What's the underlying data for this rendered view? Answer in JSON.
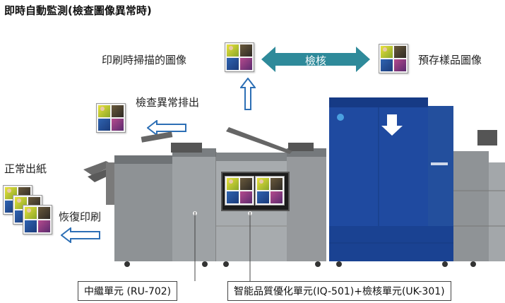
{
  "title": "即時自動監測(檢查圖像異常時)",
  "labels": {
    "scanned": "印刷時掃描的圖像",
    "verify": "檢核",
    "stored": "預存樣品圖像",
    "abnormal": "檢查異常排出",
    "normal_out": "正常出紙",
    "resume": "恢復印刷"
  },
  "callouts": {
    "relay": "中繼單元 (RU-702)",
    "iq": "智能品質優化單元(IQ-501)+檢核單元(UK-301)"
  },
  "colors": {
    "arrow_blue": "#2d6fb5",
    "verify_teal": "#2e8a9a",
    "press_blue": "#1f4aa0"
  }
}
